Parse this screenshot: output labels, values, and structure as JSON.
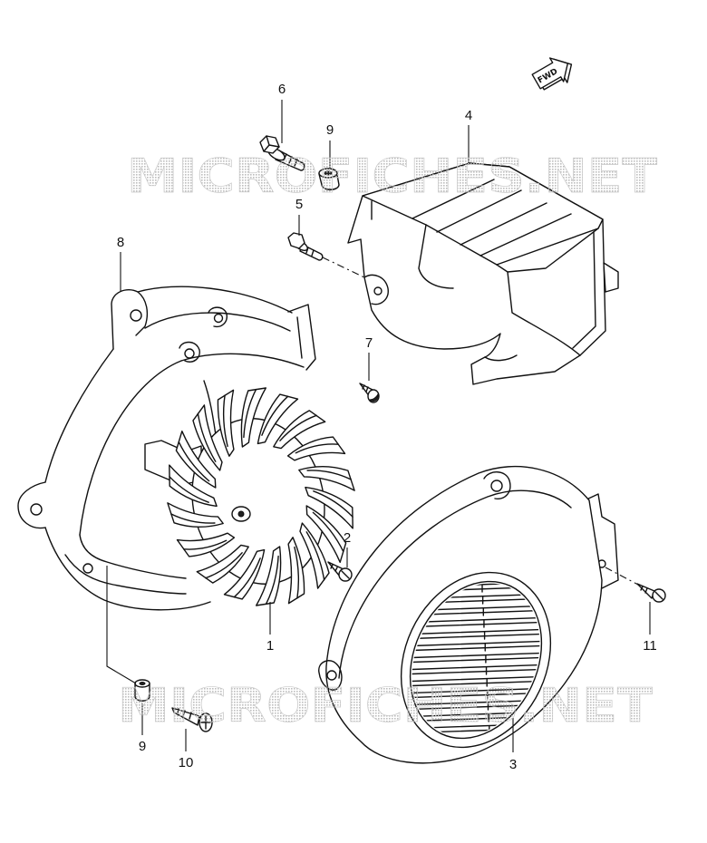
{
  "diagram": {
    "fwd_label": "FWD",
    "watermarks": [
      "MICROFICHES.NET",
      "MICROFICHES.NET"
    ],
    "callouts": [
      "6",
      "9",
      "4",
      "5",
      "8",
      "7",
      "2",
      "1",
      "11",
      "9",
      "10",
      "3"
    ]
  },
  "colors": {
    "line": "#111111",
    "watermark": "#c4c4c4",
    "background": "#ffffff"
  }
}
